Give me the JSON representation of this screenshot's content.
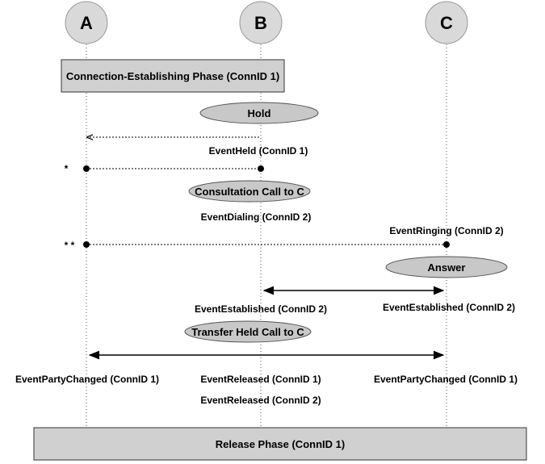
{
  "parties": {
    "a": "A",
    "b": "B",
    "c": "C"
  },
  "phases": {
    "establishing": "Connection-Establishing Phase (ConnID 1)",
    "release": "Release Phase (ConnID 1)"
  },
  "actions": {
    "hold": "Hold",
    "consultation": "Consultation Call to C",
    "answer": "Answer",
    "transfer": "Transfer Held Call to C"
  },
  "events": {
    "held": "EventHeld (ConnID 1)",
    "dialing": "EventDialing (ConnID 2)",
    "ringing": "EventRinging (ConnID 2)",
    "established_b": "EventEstablished (ConnID 2)",
    "established_c": "EventEstablished (ConnID 2)",
    "party_changed_a": "EventPartyChanged (ConnID 1)",
    "released_b_1": "EventReleased (ConnID 1)",
    "released_b_2": "EventReleased (ConnID 2)",
    "party_changed_c": "EventPartyChanged (ConnID 1)"
  },
  "markers": {
    "single": "*",
    "double": "* *"
  }
}
